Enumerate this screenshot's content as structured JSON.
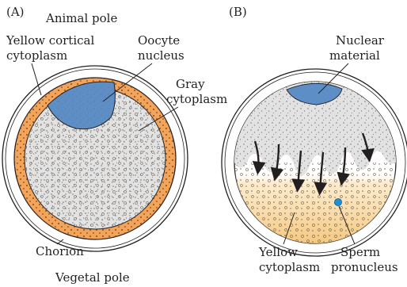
{
  "panels": {
    "a": {
      "tag": "(A)",
      "animal_pole": "Animal pole",
      "vegetal_pole": "Vegetal pole",
      "yellow_cortical": [
        "Yellow cortical",
        "cytoplasm"
      ],
      "oocyte_nucleus": [
        "Oocyte",
        "nucleus"
      ],
      "gray_cytoplasm": [
        "Gray",
        "cytoplasm"
      ],
      "chorion": "Chorion"
    },
    "b": {
      "tag": "(B)",
      "nuclear_material": [
        "Nuclear",
        "material"
      ],
      "yellow_cytoplasm": [
        "Yellow",
        "cytoplasm"
      ],
      "sperm_pronucleus": [
        "Sperm",
        "pronucleus"
      ]
    }
  },
  "colors": {
    "orange_cortex": "#f2a55a",
    "nucleus_blue": "#5d8fc6",
    "gray_cytoplasm": "#dcdcdc",
    "yellow_cytoplasm": "#f6cf8a",
    "sperm_blue": "#1e90d8",
    "outline": "#231f20"
  }
}
